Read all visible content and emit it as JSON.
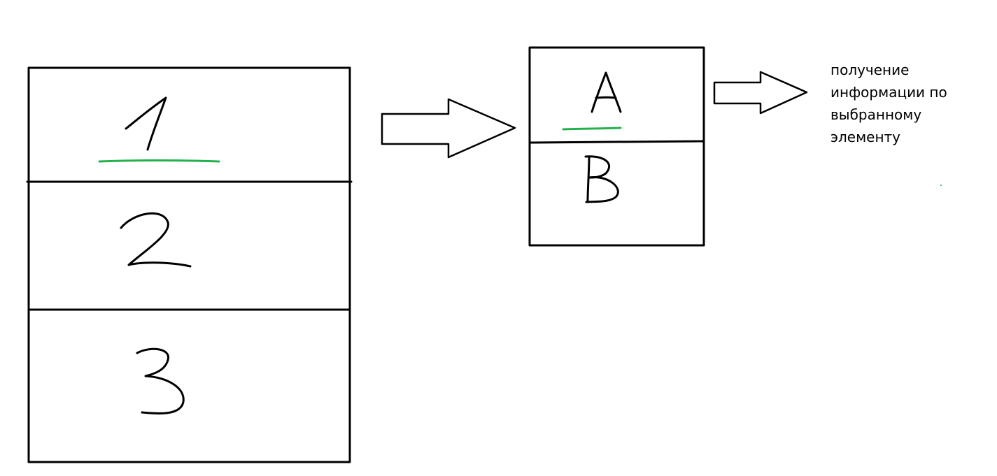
{
  "diagram": {
    "left_list": {
      "items": [
        {
          "label": "1",
          "selected": true
        },
        {
          "label": "2",
          "selected": false
        },
        {
          "label": "3",
          "selected": false
        }
      ]
    },
    "middle_list": {
      "items": [
        {
          "label": "A",
          "selected": true
        },
        {
          "label": "B",
          "selected": false
        }
      ]
    },
    "result_text": [
      "получение",
      "информации по",
      "выбранному",
      "элементу"
    ],
    "colors": {
      "stroke": "#000000",
      "selection_underline": "#22b14c"
    }
  }
}
